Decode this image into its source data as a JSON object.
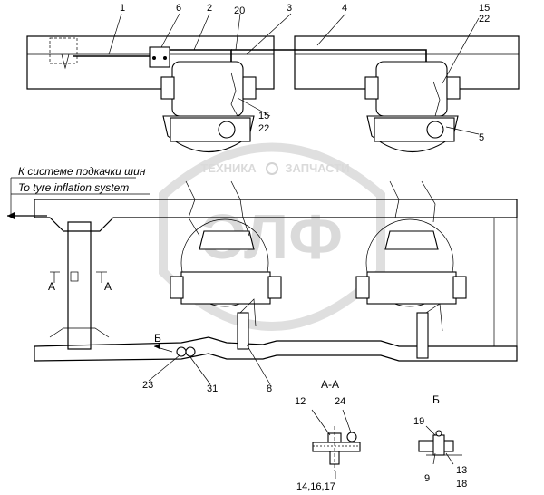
{
  "labels": {
    "to_system_ru": "К системе подкачки шин",
    "to_system_en": "To tyre inflation system",
    "section_aa": "А-А",
    "section_b": "Б",
    "mark_a_left": "А",
    "mark_a_right": "А",
    "mark_b": "Б"
  },
  "watermark": {
    "brand": "ЭЛФ",
    "tagline_left": "ТЕХНИКА",
    "tagline_right": "ЗАПЧАСТИ"
  },
  "callouts": {
    "c1": "1",
    "c6": "6",
    "c2": "2",
    "c20": "20",
    "c3": "3",
    "c4": "4",
    "c15_top": "15",
    "c22_top": "22",
    "c15_mid": "15",
    "c22_mid": "22",
    "c5": "5",
    "c23": "23",
    "c31": "31",
    "c8": "8",
    "c12": "12",
    "c24": "24",
    "c14": "14,16,17",
    "c19": "19",
    "c13": "13",
    "c9": "9",
    "c18": "18"
  }
}
